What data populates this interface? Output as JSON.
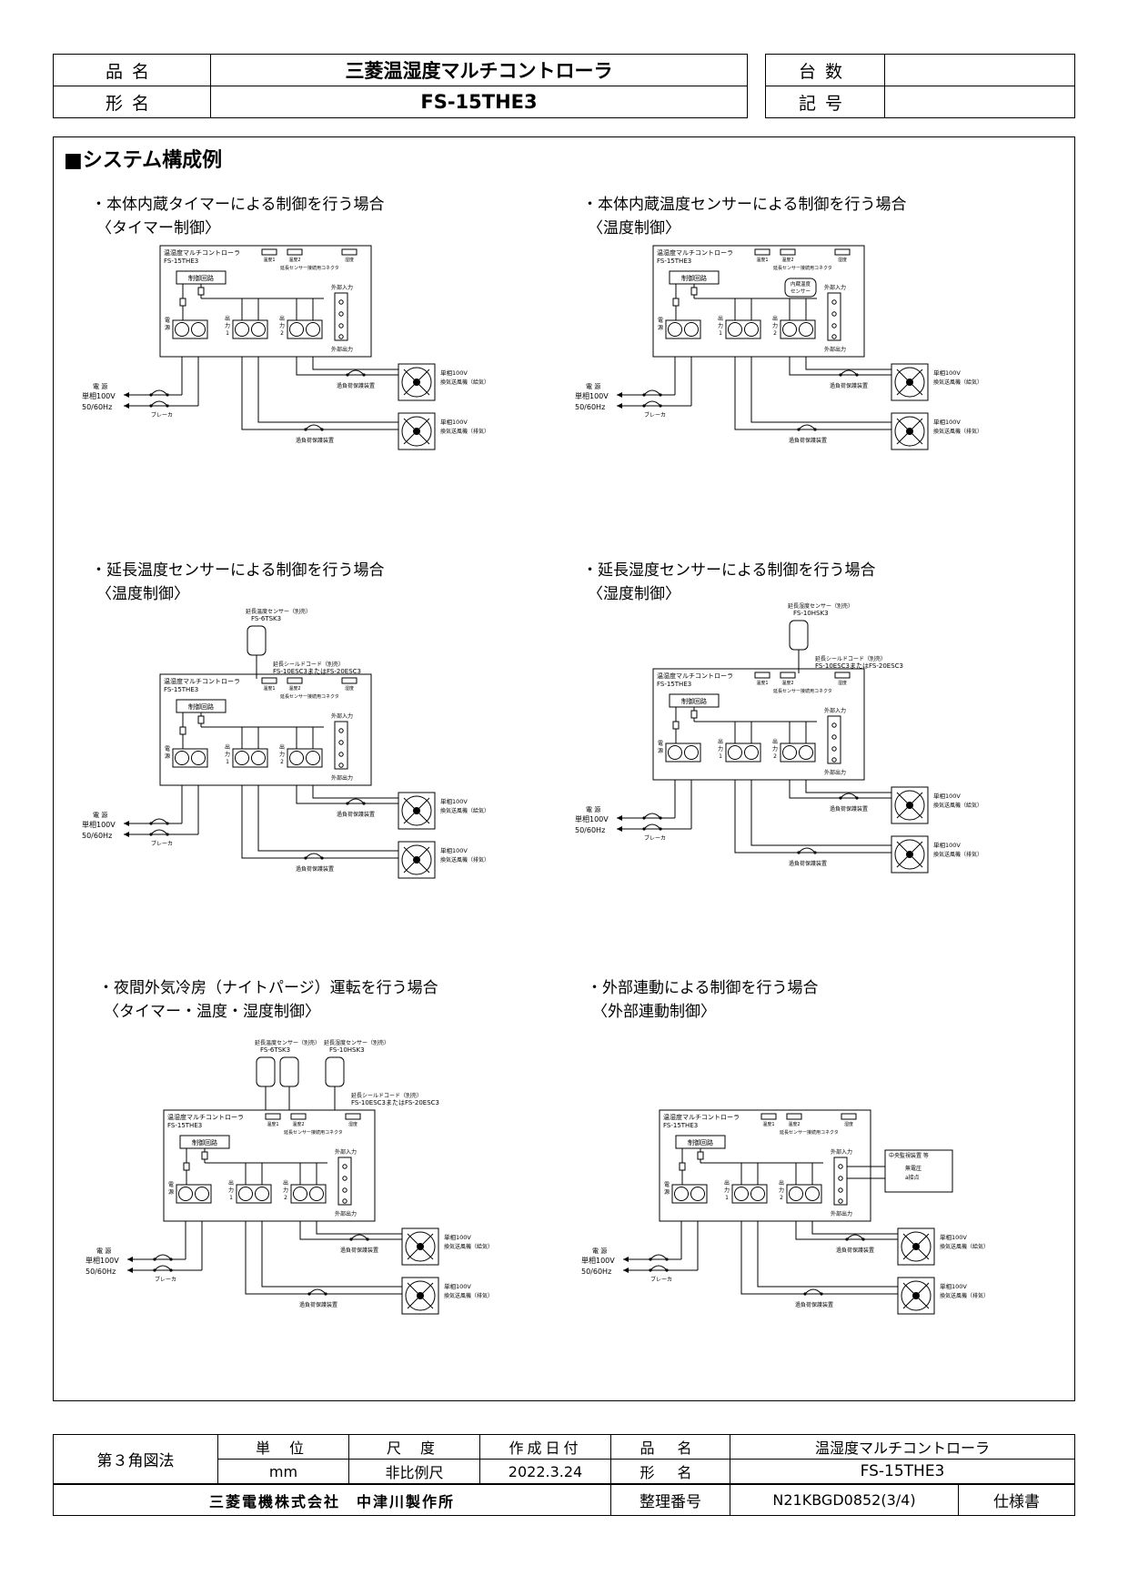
{
  "header": {
    "product_name_label": "品名",
    "product_name_value": "三菱温湿度マルチコントローラ",
    "model_label": "形名",
    "model_value": "FS-15THE3",
    "quantity_label": "台数",
    "quantity_value": "",
    "code_label": "記号",
    "code_value": ""
  },
  "section_title": "■システム構成例",
  "diagram_labels": {
    "controller_name": "温湿度マルチコントローラ",
    "controller_model": "FS-15THE3",
    "sensor_temp": "温度1",
    "sensor_temp2": "温度2",
    "sensor_hum": "湿度",
    "connector": "延長センサー接続用コネクタ",
    "control_circuit": "制御回路",
    "power_terminal": "電源",
    "out1": "出力1",
    "out2": "出力2",
    "ext_in": "外部入力",
    "ext_out": "外部出力",
    "power_source": "電 源",
    "voltage": "単相100V",
    "freq": "50/60Hz",
    "breaker": "ブレーカ",
    "overload": "過負荷保護装置",
    "fan_spec": "単相100V",
    "fan_supply": "換気送風機（給気）",
    "fan_exhaust": "換気送風機（排気）",
    "internal_sensor": "内蔵温度センサー",
    "ext_temp_sensor": "延長温度センサー（別売）",
    "ext_temp_model": "FS-6TSK3",
    "ext_hum_sensor": "延長湿度センサー（別売）",
    "ext_hum_model": "FS-10HSK3",
    "shield_cord": "延長シールドコード（別売）",
    "shield_model": "FS-10ESC3またはFS-20ESC3",
    "central_panel": "中央監視装置 等",
    "dry_contact": "無電圧a接点"
  },
  "cases": [
    {
      "title": "・本体内蔵タイマーによる制御を行う場合",
      "subtitle": "〈タイマー制御〉"
    },
    {
      "title": "・本体内蔵温度センサーによる制御を行う場合",
      "subtitle": "〈温度制御〉"
    },
    {
      "title": "・延長温度センサーによる制御を行う場合",
      "subtitle": "〈温度制御〉"
    },
    {
      "title": "・延長湿度センサーによる制御を行う場合",
      "subtitle": "〈湿度制御〉"
    },
    {
      "title": "・夜間外気冷房（ナイトパージ）運転を行う場合",
      "subtitle": "〈タイマー・温度・湿度制御〉"
    },
    {
      "title": "・外部連動による制御を行う場合",
      "subtitle": "〈外部連動制御〉"
    }
  ],
  "footer": {
    "projection": "第３角図法",
    "unit_label": "単 位",
    "unit_value": "mm",
    "scale_label": "尺 度",
    "scale_value": "非比例尺",
    "date_label": "作成日付",
    "date_value": "2022.3.24",
    "product_label": "品 名",
    "product_value": "温湿度マルチコントローラ",
    "model_label": "形 名",
    "model_value": "FS-15THE3",
    "company": "三菱電機株式会社　中津川製作所",
    "ref_label": "整理番号",
    "ref_value": "N21KBGD0852(3/4)",
    "doc_type": "仕様書"
  }
}
